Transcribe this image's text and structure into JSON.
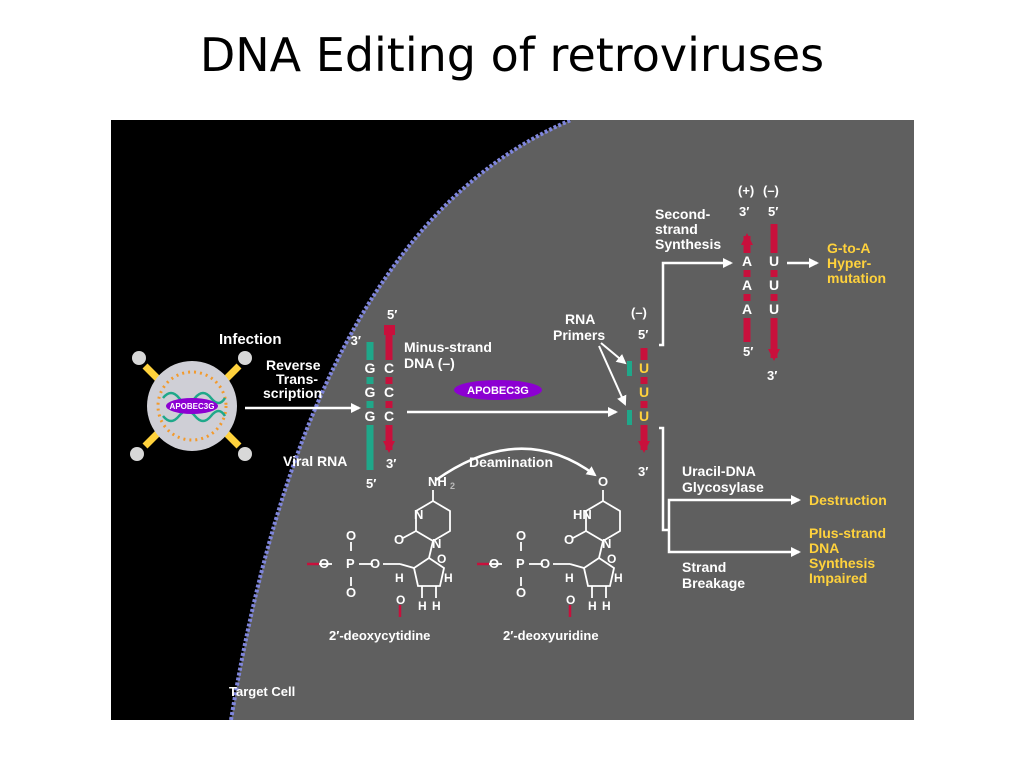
{
  "slide": {
    "title": "DNA Editing of retroviruses"
  },
  "colors": {
    "background_outside": "#000000",
    "cell_interior": "#5f5f5f",
    "membrane": "#7f86dc",
    "rna_teal": "#1fa88a",
    "dna_red": "#c8103c",
    "highlight_yellow": "#ffd23c",
    "apobec_purple": "#8c00d2",
    "text_white": "#ffffff"
  },
  "virus": {
    "apobec_label": "APOBEC3G"
  },
  "labels": {
    "infection": "Infection",
    "reverse_1": "Reverse",
    "reverse_2": "Trans-",
    "reverse_3": "scription",
    "minus_strand_1": "Minus-strand",
    "minus_strand_2": "DNA (–)",
    "apobec_enzyme": "APOBEC3G",
    "viral_rna": "Viral RNA",
    "deamination": "Deamination",
    "rna_primers_1": "RNA",
    "rna_primers_2": "Primers",
    "minus_sign": "(–)",
    "second_strand_1": "Second-",
    "second_strand_2": "strand",
    "second_strand_3": "Synthesis",
    "plus_header": "(+)",
    "minus_header": "(–)",
    "g_to_a_1": "G-to-A",
    "g_to_a_2": "Hyper-",
    "g_to_a_3": "mutation",
    "uracil_1": "Uracil-DNA",
    "uracil_2": "Glycosylase",
    "destruction": "Destruction",
    "strand_breakage_1": "Strand",
    "strand_breakage_2": "Breakage",
    "plus_strand_1": "Plus-strand",
    "plus_strand_2": "DNA",
    "plus_strand_3": "Synthesis",
    "plus_strand_4": "Impaired",
    "target_cell": "Target Cell",
    "deoxycytidine": "2′-deoxycytidine",
    "deoxyuridine": "2′-deoxyuridine"
  },
  "duplex": {
    "rna_bases": [
      "G",
      "G",
      "G"
    ],
    "dna_bases": [
      "C",
      "C",
      "C"
    ],
    "end_3_top": "3′",
    "end_5_top": "5′",
    "end_3_bottom": "3′",
    "end_5_bottom": "5′"
  },
  "edited_strand": {
    "bases": [
      "U",
      "U",
      "U"
    ],
    "end_5": "5′",
    "end_3": "3′"
  },
  "hypermutated": {
    "plus_bases": [
      "A",
      "A",
      "A"
    ],
    "minus_bases": [
      "U",
      "U",
      "U"
    ],
    "plus_top": "3′",
    "minus_top": "5′",
    "plus_bottom": "5′",
    "minus_bottom": "3′"
  },
  "chemistry": {
    "nh2": "NH",
    "nh2_sub": "2",
    "hn": "HN",
    "n": "N",
    "o": "O",
    "p": "P",
    "h": "H"
  }
}
